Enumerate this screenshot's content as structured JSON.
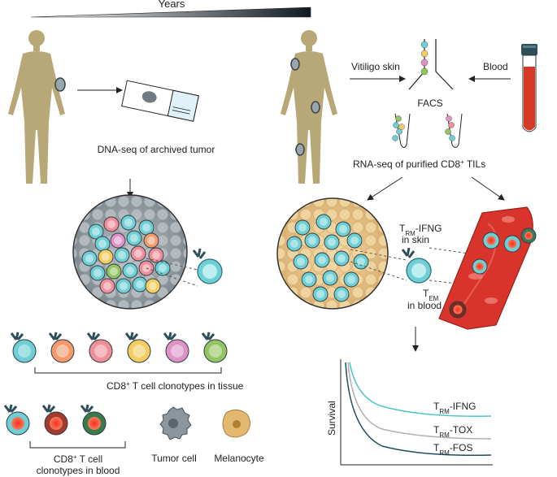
{
  "header": {
    "years_label": "Years"
  },
  "labels": {
    "dna_seq": "DNA-seq of archived tumor",
    "vitiligo_skin": "Vitiligo skin",
    "blood": "Blood",
    "facs": "FACS",
    "rna_seq": "RNA-seq of purified CD8",
    "rna_seq_sup": "+",
    "rna_seq_tail": " TILs",
    "trm": "T",
    "trm_sub": "RM",
    "trm_ifng_tail": "-IFNG",
    "in_skin": "in skin",
    "tem": "T",
    "tem_sub": "EM",
    "in_blood": "in blood"
  },
  "legend": {
    "tissue_label": "CD8",
    "tissue_sup": "+",
    "tissue_tail": " T cell clonotypes in tissue",
    "blood_label_1": "CD8",
    "blood_sup": "+",
    "blood_label_1_tail": " T cell",
    "blood_label_2": "clonotypes in blood",
    "tumor_cell": "Tumor cell",
    "melanocyte": "Melanocyte"
  },
  "survival_chart": {
    "ylabel": "Survival",
    "curves": [
      {
        "prefix": "T",
        "sub": "RM",
        "suffix": "-IFNG",
        "color": "#4fc3c3"
      },
      {
        "prefix": "T",
        "sub": "RM",
        "suffix": "-TOX",
        "color": "#b0b0b0"
      },
      {
        "prefix": "T",
        "sub": "RM",
        "suffix": "-FOS",
        "color": "#1f4e5f"
      }
    ]
  },
  "colors": {
    "body": "#b9a877",
    "teal_cell": "#6fcfd6",
    "teal_cell_dark": "#3a9ea8",
    "orange_cell": "#f39a6b",
    "pink_cell": "#ef8f99",
    "yellow_cell": "#f3cd5f",
    "magenta_cell": "#dd93c7",
    "green_cell": "#93c462",
    "tumor_cell": "#8d969c",
    "melanocyte": "#e3b870",
    "vessel": "#d9342b",
    "tube_red": "#d43a24",
    "tube_cap": "#2e4e5a"
  }
}
